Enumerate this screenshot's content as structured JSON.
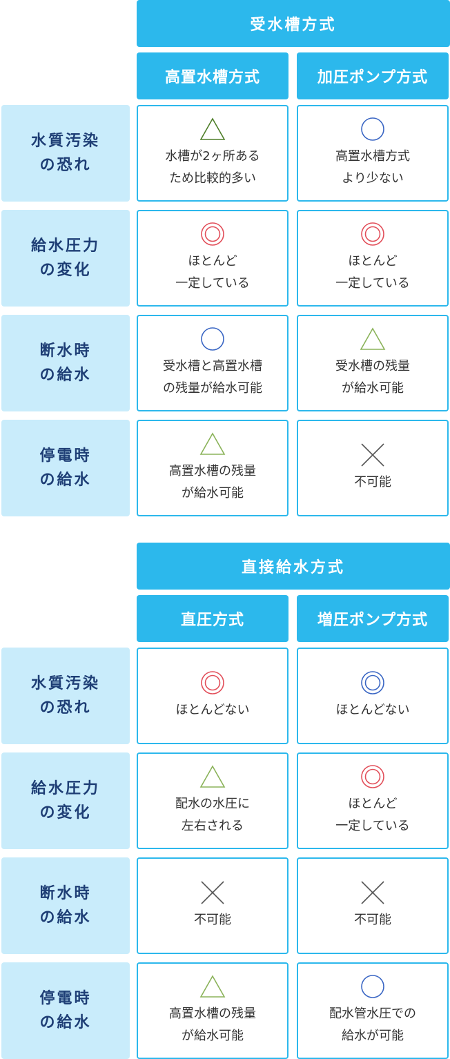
{
  "sections": [
    {
      "title": "受水槽方式",
      "columns": [
        "高置水槽方式",
        "加圧ポンプ方式"
      ],
      "rows": [
        {
          "label": "水質汚染\nの恐れ",
          "cells": [
            {
              "symbol": "triangle-icon",
              "text": "水槽が2ヶ所ある\nため比較的多い"
            },
            {
              "symbol": "circle-icon",
              "text": "高置水槽方式\nより少ない"
            }
          ]
        },
        {
          "label": "給水圧力\nの変化",
          "cells": [
            {
              "symbol": "double-circle-icon",
              "text": "ほとんど\n一定している"
            },
            {
              "symbol": "double-circle-icon",
              "text": "ほとんど\n一定している"
            }
          ]
        },
        {
          "label": "断水時\nの給水",
          "cells": [
            {
              "symbol": "circle-icon",
              "text": "受水槽と高置水槽\nの残量が給水可能"
            },
            {
              "symbol": "triangle-icon",
              "text": "受水槽の残量\nが給水可能"
            }
          ]
        },
        {
          "label": "停電時\nの給水",
          "cells": [
            {
              "symbol": "triangle-icon",
              "text": "高置水槽の残量\nが給水可能"
            },
            {
              "symbol": "cross-icon",
              "text": "不可能"
            }
          ]
        }
      ]
    },
    {
      "title": "直接給水方式",
      "columns": [
        "直圧方式",
        "増圧ポンプ方式"
      ],
      "rows": [
        {
          "label": "水質汚染\nの恐れ",
          "cells": [
            {
              "symbol": "double-circle-icon",
              "text": "ほとんどない"
            },
            {
              "symbol": "double-circle-icon",
              "text": "ほとんどない"
            }
          ]
        },
        {
          "label": "給水圧力\nの変化",
          "cells": [
            {
              "symbol": "triangle-icon",
              "text": "配水の水圧に\n左右される"
            },
            {
              "symbol": "double-circle-icon",
              "text": "ほとんど\n一定している"
            }
          ]
        },
        {
          "label": "断水時\nの給水",
          "cells": [
            {
              "symbol": "cross-icon",
              "text": "不可能"
            },
            {
              "symbol": "cross-icon",
              "text": "不可能"
            }
          ]
        },
        {
          "label": "停電時\nの給水",
          "cells": [
            {
              "symbol": "triangle-icon",
              "text": "高置水槽の残量\nが給水可能"
            },
            {
              "symbol": "circle-icon",
              "text": "配水管水圧での\n給水が可能"
            }
          ]
        }
      ]
    }
  ],
  "colors": {
    "header": "#2cb8ec",
    "row_label_bg": "#c9ecfb",
    "row_label_text": "#1e3e75",
    "cell_border": "#2cb8ec",
    "triangle": "#8bb35a",
    "triangle_dark": "#4f7f2a",
    "circle": "#3a66c4",
    "double_circle_red": "#e24f5a",
    "double_circle_blue": "#3a66c4",
    "cross": "#555555"
  }
}
